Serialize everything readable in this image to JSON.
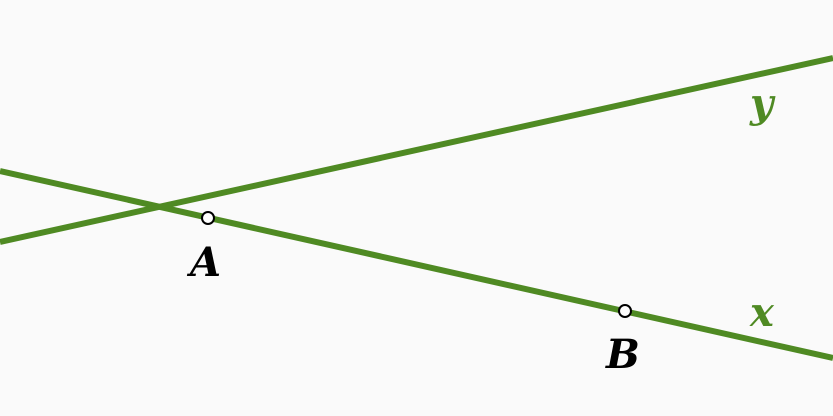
{
  "diagram": {
    "line_color": "#4f8a23",
    "point_fill": "#ffffff",
    "point_stroke": "#000000",
    "lines": [
      {
        "id": "x",
        "label": "x"
      },
      {
        "id": "y",
        "label": "y"
      }
    ],
    "points": [
      {
        "id": "A",
        "label": "A"
      },
      {
        "id": "B",
        "label": "B"
      }
    ]
  }
}
